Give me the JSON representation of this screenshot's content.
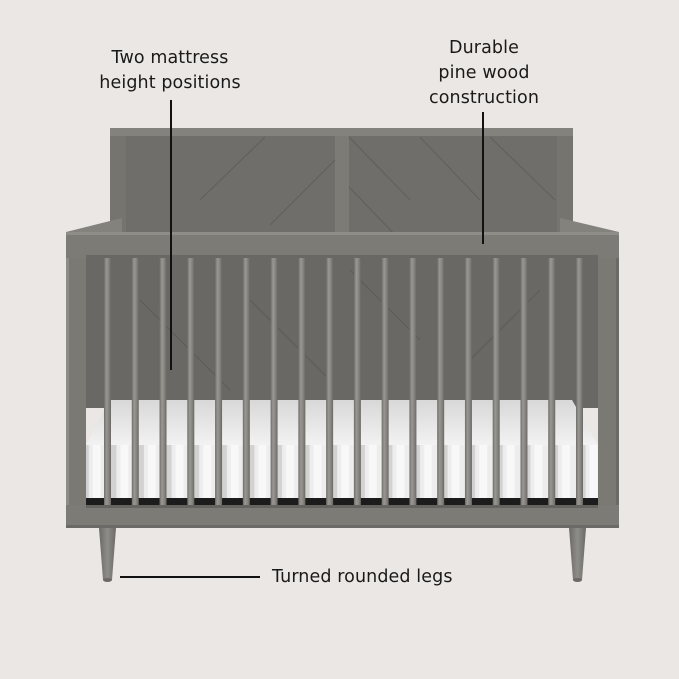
{
  "image": {
    "background": "#ebe7e4",
    "subject": "Convertible baby crib with mattress",
    "crib_color": "#7a7873",
    "mattress_color": "#e6e6e6"
  },
  "callouts": {
    "mattress_height": {
      "lines": [
        "Two mattress",
        "height positions"
      ]
    },
    "pine_wood": {
      "lines": [
        "Durable",
        "pine wood",
        "construction"
      ]
    },
    "legs": {
      "text": "Turned rounded legs"
    }
  },
  "crib": {
    "front_slat_count": 18,
    "headboard_panels": 2
  }
}
